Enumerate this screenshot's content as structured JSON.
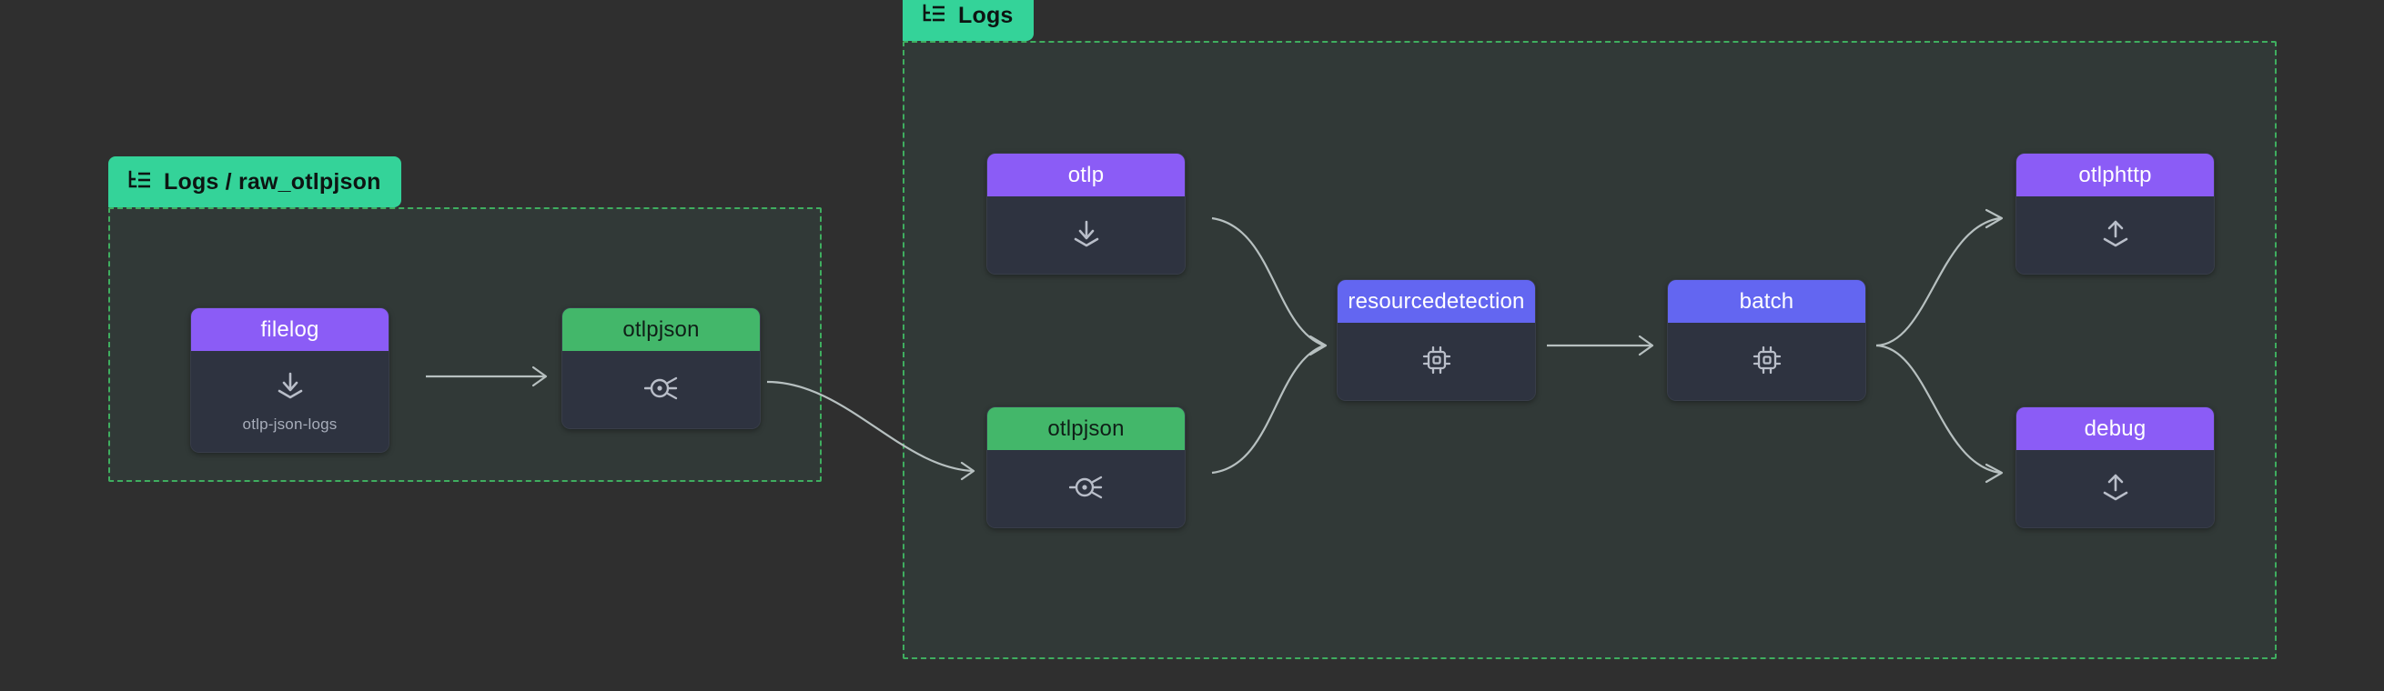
{
  "canvas": {
    "background": "#2f2f2f",
    "group_background": "#313937",
    "group_border_color": "#3fae5f",
    "edge_color": "#b7c0c0"
  },
  "colors": {
    "receiver": "#8b5cf6",
    "exporter": "#8b5cf6",
    "connector": "#43b76a",
    "processor": "#6366f1",
    "group_badge": "#34d399"
  },
  "groups": [
    {
      "id": "logs-raw-otlpjson",
      "label": "Logs / raw_otlpjson",
      "icon": "logs-icon"
    },
    {
      "id": "logs",
      "label": "Logs",
      "icon": "logs-icon"
    }
  ],
  "nodes": [
    {
      "id": "filelog",
      "title": "filelog",
      "kind": "receiver",
      "icon": "import-arrow-icon",
      "subtitle": "otlp-json-logs"
    },
    {
      "id": "otlpjson-connector-left",
      "title": "otlpjson",
      "kind": "connector",
      "icon": "connector-icon",
      "subtitle": ""
    },
    {
      "id": "otlp",
      "title": "otlp",
      "kind": "receiver",
      "icon": "import-arrow-icon",
      "subtitle": ""
    },
    {
      "id": "otlpjson-connector-right",
      "title": "otlpjson",
      "kind": "connector",
      "icon": "connector-icon",
      "subtitle": ""
    },
    {
      "id": "resourcedetection",
      "title": "resourcedetection",
      "kind": "processor",
      "icon": "chip-icon",
      "subtitle": ""
    },
    {
      "id": "batch",
      "title": "batch",
      "kind": "processor",
      "icon": "chip-icon",
      "subtitle": ""
    },
    {
      "id": "otlphttp",
      "title": "otlphttp",
      "kind": "exporter",
      "icon": "export-arrow-icon",
      "subtitle": ""
    },
    {
      "id": "debug",
      "title": "debug",
      "kind": "exporter",
      "icon": "export-arrow-icon",
      "subtitle": ""
    }
  ],
  "edges": [
    {
      "from": "filelog",
      "to": "otlpjson-connector-left"
    },
    {
      "from": "otlpjson-connector-left",
      "to": "otlpjson-connector-right"
    },
    {
      "from": "otlp",
      "to": "resourcedetection"
    },
    {
      "from": "otlpjson-connector-right",
      "to": "resourcedetection"
    },
    {
      "from": "resourcedetection",
      "to": "batch"
    },
    {
      "from": "batch",
      "to": "otlphttp"
    },
    {
      "from": "batch",
      "to": "debug"
    }
  ]
}
